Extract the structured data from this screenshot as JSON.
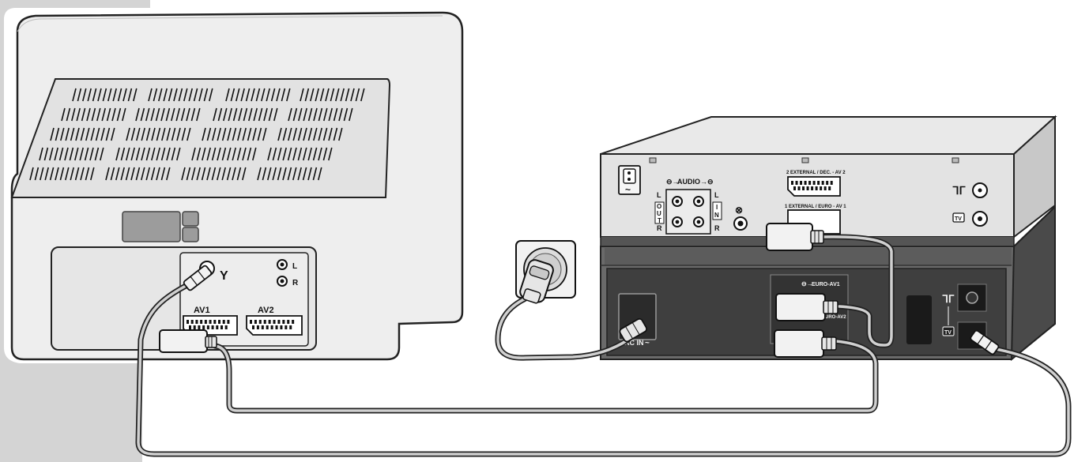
{
  "tv": {
    "antenna_symbol": "Y",
    "audio_left": "L",
    "audio_right": "R",
    "scart_av1": "AV1",
    "scart_av2": "AV2"
  },
  "recorder": {
    "audio_label": "AUDIO",
    "out_letters": [
      "O",
      "U",
      "T"
    ],
    "in_letters": [
      "I",
      "N"
    ],
    "left": "L",
    "right": "R",
    "ac_symbol": "~",
    "scart_av2_label": "2 EXTERNAL / DEC. - AV 2",
    "scart_av1_label": "1 EXTERNAL / EURO - AV 1",
    "tv_badge": "TV"
  },
  "lower_unit": {
    "euro_av1": "EURO-AV1",
    "euro_av2": "EURO-AV2",
    "ac_in": "AC IN",
    "ac_symbol": "~",
    "tv_badge": "TV"
  }
}
